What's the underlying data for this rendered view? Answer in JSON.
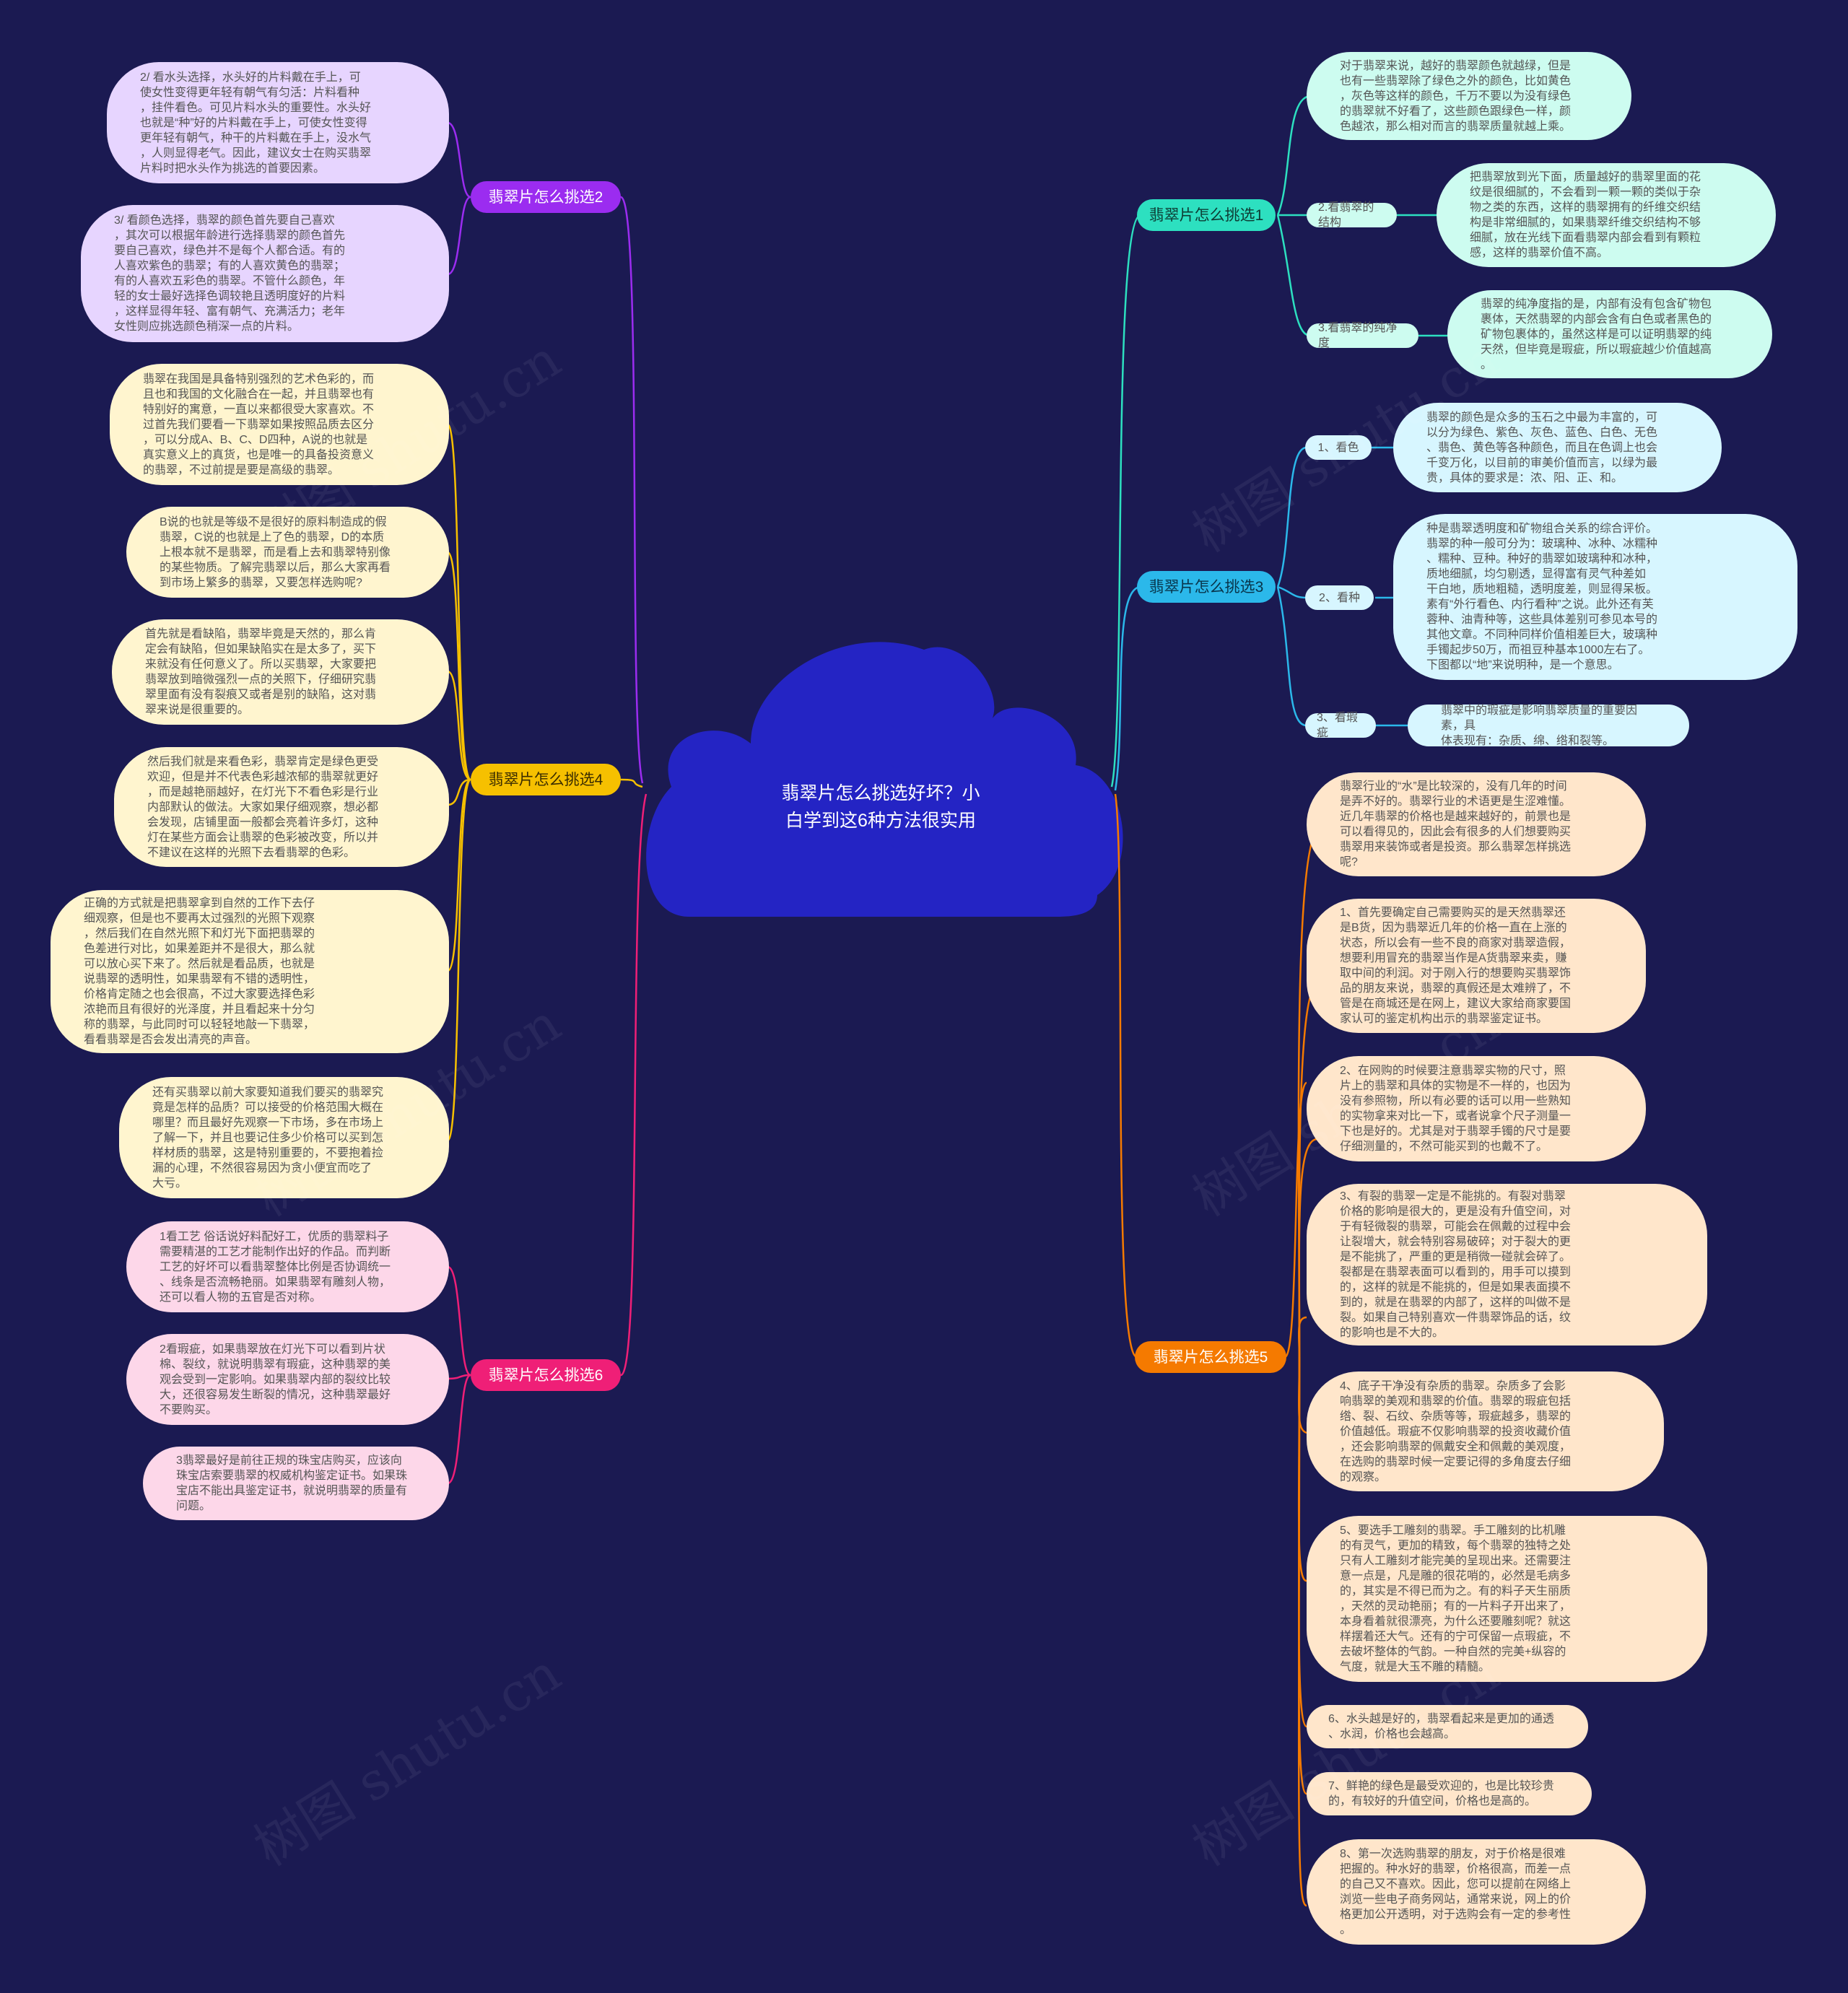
{
  "root": {
    "title": "翡翠片怎么挑选好坏？小白学到这6种方法很实用",
    "title_lines": "翡翠片怎么挑选好坏？小\n白学到这6种方法很实用",
    "color": "#2424c4"
  },
  "watermark": "树图 shutu.cn",
  "colors": {
    "b1": "#2de0c0",
    "b2": "#9b2cf0",
    "b3": "#2bb8ea",
    "b4": "#f6c000",
    "b5": "#f57a00",
    "b6": "#ef1f77",
    "fill1": "#cdfcf0",
    "fill2": "#e7d5ff",
    "fill3": "#d7f6ff",
    "fill4": "#fff5cf",
    "fill5": "#ffe6cb",
    "fill6": "#fdd7e9"
  },
  "branches": [
    {
      "label": "翡翠片怎么挑选1",
      "items": [
        "对于翡翠来说，越好的翡翠颜色就越绿，但是\n也有一些翡翠除了绿色之外的颜色，比如黄色\n，灰色等这样的颜色，千万不要以为没有绿色\n的翡翠就不好看了，这些颜色跟绿色一样，颜\n色越浓，那么相对而言的翡翠质量就越上乘。"
      ],
      "subs": [
        {
          "label": "2.看翡翠的结构",
          "text": "把翡翠放到光下面，质量越好的翡翠里面的花\n纹是很细腻的，不会看到一颗一颗的类似于杂\n物之类的东西，这样的翡翠拥有的纤维交织结\n构是非常细腻的，如果翡翠纤维交织结构不够\n细腻，放在光线下面看翡翠内部会看到有颗粒\n感，这样的翡翠价值不高。"
        },
        {
          "label": "3.看翡翠的纯净度",
          "text": "翡翠的纯净度指的是，内部有没有包含矿物包\n裹体，天然翡翠的内部会含有白色或者黑色的\n矿物包裹体的，虽然这样是可以证明翡翠的纯\n天然，但毕竟是瑕疵，所以瑕疵越少价值越高\n。"
        }
      ]
    },
    {
      "label": "翡翠片怎么挑选3",
      "subs": [
        {
          "label": "1、看色",
          "text": "翡翠的颜色是众多的玉石之中最为丰富的，可\n以分为绿色、紫色、灰色、蓝色、白色、无色\n、翡色、黄色等各种颜色，而且在色调上也会\n千变万化，以目前的审美价值而言，以绿为最\n贵，具体的要求是：浓、阳、正、和。"
        },
        {
          "label": "2、看种",
          "text": "种是翡翠透明度和矿物组合关系的综合评价。\n翡翠的种一般可分为：玻璃种、冰种、冰糯种\n、糯种、豆种。种好的翡翠如玻璃种和冰种，\n质地细腻，均匀剔透，显得富有灵气种差如\n干白地，质地粗糙，透明度差，则显得呆板。\n素有“外行看色、内行看种”之说。此外还有芙\n蓉种、油青种等，这些具体差别可参见本号的\n其他文章。不同种同样价值相差巨大，玻璃种\n手镯起步50万，而祖豆种基本1000左右了。\n下图都以“地”来说明种，是一个意思。"
        },
        {
          "label": "3、看瑕疵",
          "text": "翡翠中的瑕疵是影响翡翠质量的重要因素，具\n体表现有：杂质、绵、绺和裂等。"
        }
      ]
    },
    {
      "label": "翡翠片怎么挑选5",
      "items": [
        "翡翠行业的“水”是比较深的，没有几年的时间\n是弄不好的。翡翠行业的术语更是生涩难懂。\n近几年翡翠的价格也是越来越好的，前景也是\n可以看得见的，因此会有很多的人们想要购买\n翡翠用来装饰或者是投资。那么翡翠怎样挑选\n呢?",
        "1、首先要确定自己需要购买的是天然翡翠还\n是B货，因为翡翠近几年的价格一直在上涨的\n状态，所以会有一些不良的商家对翡翠造假，\n想要利用冒充的翡翠当作是A货翡翠来卖，赚\n取中间的利润。对于刚入行的想要购买翡翠饰\n品的朋友来说，翡翠的真假还是太难辨了，不\n管是在商城还是在网上，建议大家给商家要国\n家认可的鉴定机构出示的翡翠鉴定证书。",
        "2、在网购的时候要注意翡翠实物的尺寸，照\n片上的翡翠和具体的实物是不一样的，也因为\n没有参照物，所以有必要的话可以用一些熟知\n的实物拿来对比一下，或者说拿个尺子测量一\n下也是好的。尤其是对于翡翠手镯的尺寸是要\n仔细测量的，不然可能买到的也戴不了。",
        "3、有裂的翡翠一定是不能挑的。有裂对翡翠\n价格的影响是很大的，更是没有升值空间，对\n于有轻微裂的翡翠，可能会在佩戴的过程中会\n让裂增大，就会特别容易破碎；对于裂大的更\n是不能挑了，严重的更是稍微一碰就会碎了。\n裂都是在翡翠表面可以看到的，用手可以摸到\n的，这样的就是不能挑的，但是如果表面摸不\n到的，就是在翡翠的内部了，这样的叫做不是\n裂。如果自己特别喜欢一件翡翠饰品的话，纹\n的影响也是不大的。",
        "4、底子干净没有杂质的翡翠。杂质多了会影\n响翡翠的美观和翡翠的价值。翡翠的瑕疵包括\n绺、裂、石纹、杂质等等，瑕疵越多，翡翠的\n价值越低。瑕疵不仅影响翡翠的投资收藏价值\n，还会影响翡翠的佩戴安全和佩戴的美观度，\n在选购的翡翠时候一定要记得的多角度去仔细\n的观察。",
        "5、要选手工雕刻的翡翠。手工雕刻的比机雕\n的有灵气，更加的精致，每个翡翠的独特之处\n只有人工雕刻才能完美的呈现出来。还需要注\n意一点是，凡是雕的很花哨的，必然是毛病多\n的，其实是不得已而为之。有的料子天生丽质\n，天然的灵动艳丽；有的一片料子开出来了，\n本身看着就很漂亮，为什么还要雕刻呢？就这\n样摆着还大气。还有的宁可保留一点瑕疵，不\n去破坏整体的气韵。一种自然的完美+纵容的\n气度，就是大玉不雕的精髓。",
        "6、水头越是好的，翡翠看起来是更加的通透\n、水润，价格也会越高。",
        "7、鲜艳的绿色是最受欢迎的，也是比较珍贵\n的，有较好的升值空间，价格也是高的。",
        "8、第一次选购翡翠的朋友，对于价格是很难\n把握的。种水好的翡翠，价格很高，而差一点\n的自己又不喜欢。因此，您可以提前在网络上\n浏览一些电子商务网站，通常来说，网上的价\n格更加公开透明，对于选购会有一定的参考性\n。"
      ]
    },
    {
      "label": "翡翠片怎么挑选2",
      "items": [
        "2/ 看水头选择，水头好的片料戴在手上，可\n使女性变得更年轻有朝气有匀活：片料看种\n，挂件看色。可见片料水头的重要性。水头好\n也就是“种”好的片料戴在手上，可使女性变得\n更年轻有朝气，种干的片料戴在手上，没水气\n，人则显得老气。因此，建议女士在购买翡翠\n片料时把水头作为挑选的首要因素。",
        "3/ 看颜色选择，翡翠的颜色首先要自己喜欢\n，其次可以根据年龄进行选择翡翠的颜色首先\n要自己喜欢，绿色并不是每个人都合适。有的\n人喜欢紫色的翡翠；有的人喜欢黄色的翡翠；\n有的人喜欢五彩色的翡翠。不管什么颜色，年\n轻的女士最好选择色调较艳且透明度好的片料\n，这样显得年轻、富有朝气、充满活力；老年\n女性则应挑选颜色稍深一点的片料。"
      ]
    },
    {
      "label": "翡翠片怎么挑选4",
      "items": [
        "翡翠在我国是具备特别强烈的艺术色彩的，而\n且也和我国的文化融合在一起，并且翡翠也有\n特别好的寓意，一直以来都很受大家喜欢。不\n过首先我们要看一下翡翠如果按照品质去区分\n，可以分成A、B、C、D四种，A说的也就是\n真实意义上的真货，也是唯一的具备投资意义\n的翡翠，不过前提是要是高级的翡翠。",
        "B说的也就是等级不是很好的原料制造成的假\n翡翠，C说的也就是上了色的翡翠，D的本质\n上根本就不是翡翠，而是看上去和翡翠特别像\n的某些物质。了解完翡翠以后，那么大家再看\n到市场上繁多的翡翠，又要怎样选购呢?",
        "首先就是看缺陷，翡翠毕竟是天然的，那么肯\n定会有缺陷，但如果缺陷实在是太多了，买下\n来就没有任何意义了。所以买翡翠，大家要把\n翡翠放到暗微强烈一点的关照下，仔细研究翡\n翠里面有没有裂痕又或者是别的缺陷，这对翡\n翠来说是很重要的。",
        "然后我们就是来看色彩，翡翠肯定是绿色更受\n欢迎，但是并不代表色彩越浓郁的翡翠就更好\n，而是越艳丽越好，在灯光下不看色彩是行业\n内部默认的做法。大家如果仔细观察，想必都\n会发现，店铺里面一般都会亮着许多灯，这种\n灯在某些方面会让翡翠的色彩被改变，所以并\n不建议在这样的光照下去看翡翠的色彩。",
        "正确的方式就是把翡翠拿到自然的工作下去仔\n细观察，但是也不要再太过强烈的光照下观察\n，然后我们在自然光照下和灯光下面把翡翠的\n色差进行对比，如果差距并不是很大，那么就\n可以放心买下来了。然后就是看品质，也就是\n说翡翠的透明性，如果翡翠有不错的透明性，\n价格肯定随之也会很高，不过大家要选择色彩\n浓艳而且有很好的光泽度，并且看起来十分匀\n称的翡翠，与此同时可以轻轻地敲一下翡翠，\n看看翡翠是否会发出清亮的声音。",
        "还有买翡翠以前大家要知道我们要买的翡翠究\n竟是怎样的品质？可以接受的价格范围大概在\n哪里？而且最好先观察一下市场，多在市场上\n了解一下，并且也要记住多少价格可以买到怎\n样材质的翡翠，这是特别重要的，不要抱着捡\n漏的心理，不然很容易因为贪小便宜而吃了\n大亏。"
      ]
    },
    {
      "label": "翡翠片怎么挑选6",
      "items": [
        "1看工艺 俗话说好料配好工，优质的翡翠料子\n需要精湛的工艺才能制作出好的作品。而判断\n工艺的好坏可以看翡翠整体比例是否协调统一\n、线条是否流畅艳丽。如果翡翠有雕刻人物，\n还可以看人物的五官是否对称。",
        "2看瑕疵，如果翡翠放在灯光下可以看到片状\n棉、裂纹，就说明翡翠有瑕疵，这种翡翠的美\n观会受到一定影响。如果翡翠内部的裂纹比较\n大，还很容易发生断裂的情况，这种翡翠最好\n不要购买。",
        "3翡翠最好是前往正规的珠宝店购买，应该向\n珠宝店索要翡翠的权威机构鉴定证书。如果珠\n宝店不能出具鉴定证书，就说明翡翠的质量有\n问题。"
      ]
    }
  ]
}
